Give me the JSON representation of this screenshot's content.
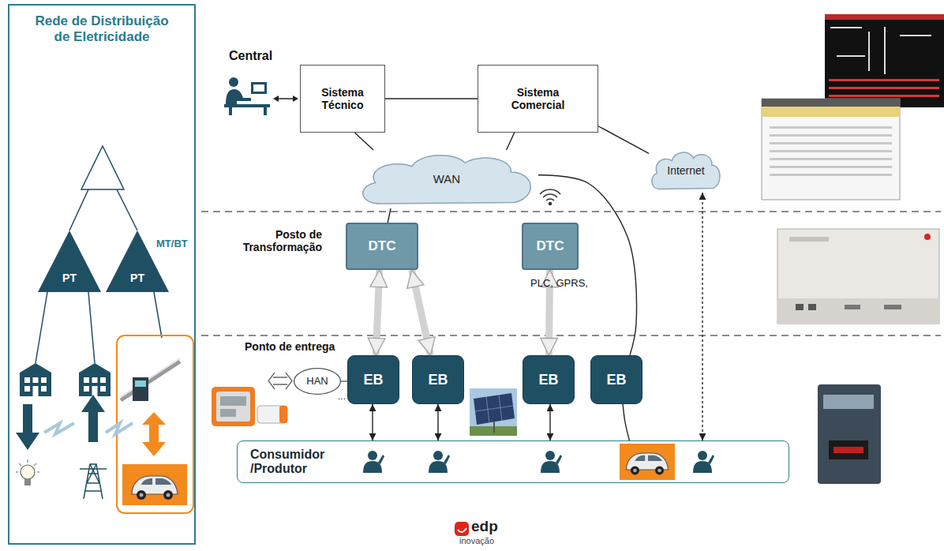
{
  "diagram": {
    "nodes": [
      {
        "text": [
          "Rede de Distribuição de Eletricidade"
        ]
      },
      {
        "text": [
          "PT"
        ],
        "in": 0
      },
      {
        "text": [
          "PT"
        ],
        "in": 0
      },
      {
        "text": [
          "Sistema Técnico"
        ]
      },
      {
        "text": [
          "Sistema Comercial"
        ]
      },
      {
        "text": [
          "WAN"
        ]
      },
      {
        "text": [
          "Internet"
        ]
      },
      {
        "text": [
          "DTC"
        ]
      },
      {
        "text": [
          "DTC"
        ]
      },
      {
        "text": [
          "HAN"
        ]
      },
      {
        "text": [
          "EB"
        ]
      },
      {
        "text": [
          "EB"
        ]
      },
      {
        "text": [
          "EB"
        ]
      },
      {
        "text": [
          "EB"
        ]
      },
      {
        "text": [
          "Consumidor /Produtor"
        ]
      }
    ],
    "edges": [
      {
        "from": 3,
        "to": 4,
        "arrow": "none"
      },
      {
        "from": 3,
        "to": 5,
        "arrow": "none"
      },
      {
        "from": 4,
        "to": 5,
        "arrow": "none"
      },
      {
        "from": 4,
        "to": 6,
        "arrow": "none"
      },
      {
        "from": 5,
        "to": 7,
        "arrow": "none"
      },
      {
        "from": 5,
        "to": 13,
        "arrow": "none"
      },
      {
        "from": 7,
        "to": 10,
        "arrow": "both"
      },
      {
        "from": 7,
        "to": 11,
        "arrow": "both"
      },
      {
        "from": 8,
        "to": 12,
        "arrow": "both"
      },
      {
        "from": 9,
        "to": 10,
        "arrow": "none"
      },
      {
        "from": 10,
        "to": 14,
        "arrow": "both"
      },
      {
        "from": 11,
        "to": 14,
        "arrow": "both"
      },
      {
        "from": 12,
        "to": 14,
        "arrow": "both"
      },
      {
        "from": 13,
        "to": 14,
        "arrow": "none"
      },
      {
        "from": 6,
        "to": 14,
        "arrow": "both"
      }
    ],
    "labels": [
      "Central",
      "Posto de Transformação",
      "Ponto de entrega",
      "MT/BT",
      "PLC, GPRS,",
      "...",
      "edp",
      "inovação"
    ]
  }
}
